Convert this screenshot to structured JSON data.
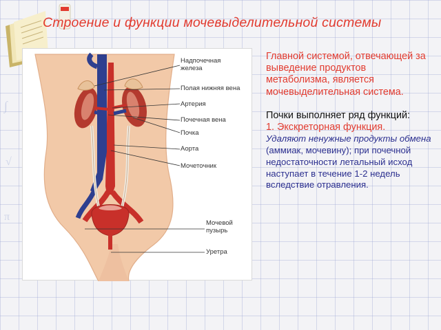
{
  "slide": {
    "title": "Строение и функции мочевыделительной системы"
  },
  "figure": {
    "labels": {
      "adrenal": "Надпочечная\nжелеза",
      "ivc": "Полая нижняя вена",
      "artery": "Артерия",
      "renal_vein": "Почечная вена",
      "kidney": "Почка",
      "aorta": "Аорта",
      "ureter": "Мочеточник",
      "bladder": "Мочевой\nпузырь",
      "urethra": "Уретра"
    }
  },
  "text": {
    "intro": "Главной системой, отвечающей за выведение продуктов метаболизма, является мочевыделительная система.",
    "functions_heading": "Почки выполняет ряд функций:",
    "function_1": "1. Экскреторная функция.",
    "function_1_desc_italic": "Удаляют ненужные продукты обмена",
    "function_1_desc_rest": " (аммиак, мочевину); при почечной недостаточности летальный исход наступает в течение 1-2 недель вследствие отравления."
  },
  "colors": {
    "title": "#e23b2f",
    "intro_text": "#e23b2f",
    "desc_text": "#2b2f8f",
    "vein": "#2e3f8f",
    "artery": "#c8302a",
    "kidney": "#b43a2e",
    "skin": "#f2c9a8"
  }
}
